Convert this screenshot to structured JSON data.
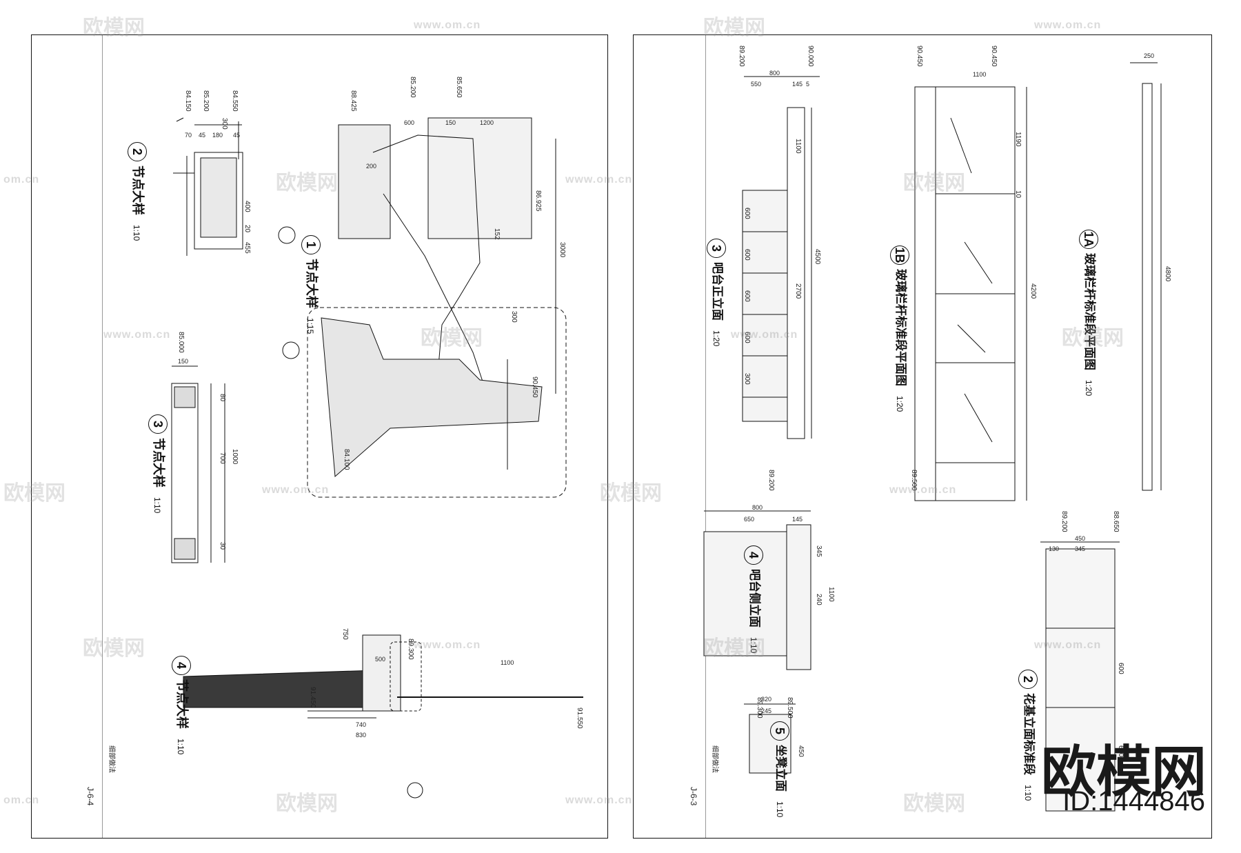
{
  "sheets": {
    "left": {
      "sheet_no": "J-6-4",
      "sheet_name": "细部做法",
      "details": [
        {
          "num": "1",
          "title": "节点大样",
          "scale": "1:15"
        },
        {
          "num": "2",
          "title": "节点大样",
          "scale": "1:10"
        },
        {
          "num": "3",
          "title": "节点大样",
          "scale": "1:10"
        },
        {
          "num": "4",
          "title": "节点大样",
          "scale": "1:10"
        }
      ],
      "dims": {
        "d2_total": "300",
        "d2_a": "70",
        "d2_b": "45",
        "d2_c": "180",
        "d2_d": "45",
        "d2_h1": "400",
        "d2_h2": "20",
        "d2_h3": "455",
        "d3_w": "150",
        "d3_h": "1000",
        "d3_m": "700",
        "d3_e1": "80",
        "d3_e2": "30",
        "d1_a": "200",
        "d1_b": "600",
        "d1_c": "150",
        "d1_d": "1200",
        "d1_r1": "300",
        "d1_r2": "152",
        "d1_t": "3000",
        "d4_a": "750",
        "d4_b": "500",
        "d4_c": "1100",
        "d4_d": "740",
        "d4_e": "830"
      },
      "elevations": {
        "e1": "84.150",
        "e2": "85.200",
        "e3": "84.550",
        "e4": "85.000",
        "e5": "88.425",
        "e6": "85.200",
        "e7": "85.650",
        "e8": "86.925",
        "e9": "90.450",
        "e10": "89.300",
        "e11": "84.100",
        "e12": "91.450",
        "e13": "91.550"
      }
    },
    "right": {
      "sheet_no": "J-6-3",
      "sheet_name": "细部做法",
      "details": [
        {
          "num": "3",
          "title": "吧台正立面",
          "scale": "1:20"
        },
        {
          "num": "1B",
          "title": "玻璃栏杆标准段平面图",
          "scale": "1:20"
        },
        {
          "num": "1A",
          "title": "玻璃栏杆标准段平面图",
          "scale": "1:20"
        },
        {
          "num": "4",
          "title": "吧台侧立面",
          "scale": "1:10"
        },
        {
          "num": "5",
          "title": "坐凳立面",
          "scale": "1:10"
        },
        {
          "num": "2",
          "title": "花基立面标准段",
          "scale": "1:10"
        }
      ],
      "dims": {
        "b3_a": "800",
        "b3_b": "550",
        "b3_c": "145",
        "b3_d": "5",
        "b3_h": "4500",
        "b3_m": "2700",
        "b3_t": "1100",
        "b3_r1": "600",
        "b3_r2": "600",
        "b3_r3": "600",
        "b3_r4": "600",
        "b3_r5": "300",
        "g1": "1100",
        "g2": "4200",
        "g3": "1190",
        "g4": "10",
        "g5": "4800",
        "g6": "250",
        "s4_a": "800",
        "s4_b": "650",
        "s4_c": "145",
        "s4_h1": "345",
        "s4_h2": "240",
        "s4_h3": "1100",
        "s5_a": "320",
        "s5_b": "245",
        "s5_c": "450",
        "f2_a": "450",
        "f2_b": "345",
        "f2_c": "130",
        "f2_h1": "600",
        "f2_h2": "600"
      },
      "elevations": {
        "r1": "89.200",
        "r2": "90.000",
        "r3": "90.450",
        "r4": "90.450",
        "r5": "89.500",
        "r6": "89.200",
        "r7": "89.200",
        "r8": "88.650",
        "r9": "89.500",
        "r10": "89.300"
      }
    }
  },
  "watermark": {
    "logo_text": "欧模网",
    "url": "www.om.cn",
    "site_short": "om.cn"
  },
  "brand": {
    "name": "欧模网",
    "id_label": "ID:1444846"
  }
}
